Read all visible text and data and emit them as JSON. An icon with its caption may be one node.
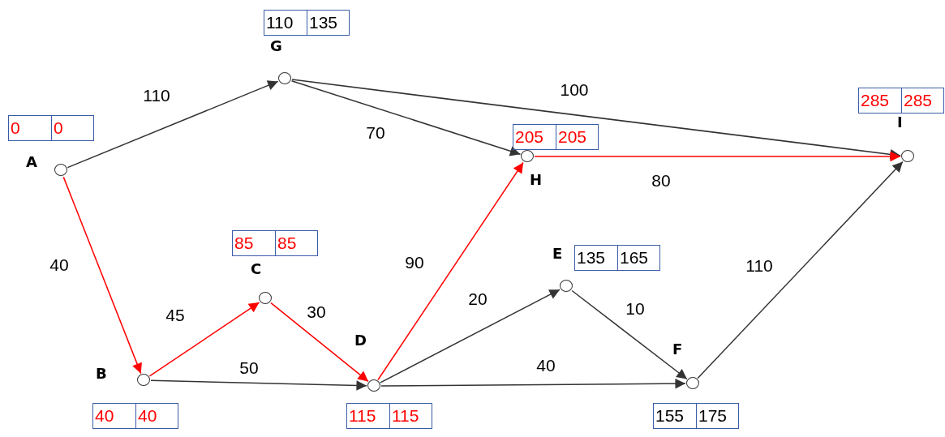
{
  "diagram": {
    "nodes": [
      {
        "text": [
          "A"
        ],
        "beside": [
          "0",
          "0"
        ]
      },
      {
        "text": [
          "B"
        ],
        "beside": [
          "40",
          "40"
        ]
      },
      {
        "text": [
          "C"
        ],
        "beside": [
          "85",
          "85"
        ]
      },
      {
        "text": [
          "D"
        ],
        "beside": [
          "115",
          "115"
        ]
      },
      {
        "text": [
          "E"
        ],
        "beside": [
          "135",
          "165"
        ]
      },
      {
        "text": [
          "F"
        ],
        "beside": [
          "155",
          "175"
        ]
      },
      {
        "text": [
          "G"
        ],
        "beside": [
          "110",
          "135"
        ]
      },
      {
        "text": [
          "H"
        ],
        "beside": [
          "205",
          "205"
        ]
      },
      {
        "text": [
          "I"
        ],
        "beside": [
          "285",
          "285"
        ]
      }
    ],
    "edges": [
      {
        "from": 0,
        "to": 6,
        "arrow": "to",
        "label": "110"
      },
      {
        "from": 0,
        "to": 1,
        "arrow": "to",
        "label": "40",
        "color": "#ff0000"
      },
      {
        "from": 6,
        "to": 7,
        "arrow": "to",
        "label": "70"
      },
      {
        "from": 6,
        "to": 8,
        "arrow": "to",
        "label": "100"
      },
      {
        "from": 7,
        "to": 8,
        "arrow": "to",
        "label": "80",
        "color": "#ff0000"
      },
      {
        "from": 1,
        "to": 2,
        "arrow": "to",
        "label": "45",
        "color": "#ff0000"
      },
      {
        "from": 1,
        "to": 3,
        "arrow": "to",
        "label": "50"
      },
      {
        "from": 2,
        "to": 3,
        "arrow": "to",
        "label": "30",
        "color": "#ff0000"
      },
      {
        "from": 3,
        "to": 7,
        "arrow": "to",
        "label": "90",
        "color": "#ff0000"
      },
      {
        "from": 3,
        "to": 4,
        "arrow": "to",
        "label": "20"
      },
      {
        "from": 3,
        "to": 5,
        "arrow": "to",
        "label": "40"
      },
      {
        "from": 4,
        "to": 5,
        "arrow": "to",
        "label": "10"
      },
      {
        "from": 5,
        "to": 8,
        "arrow": "to",
        "label": "110"
      }
    ]
  }
}
